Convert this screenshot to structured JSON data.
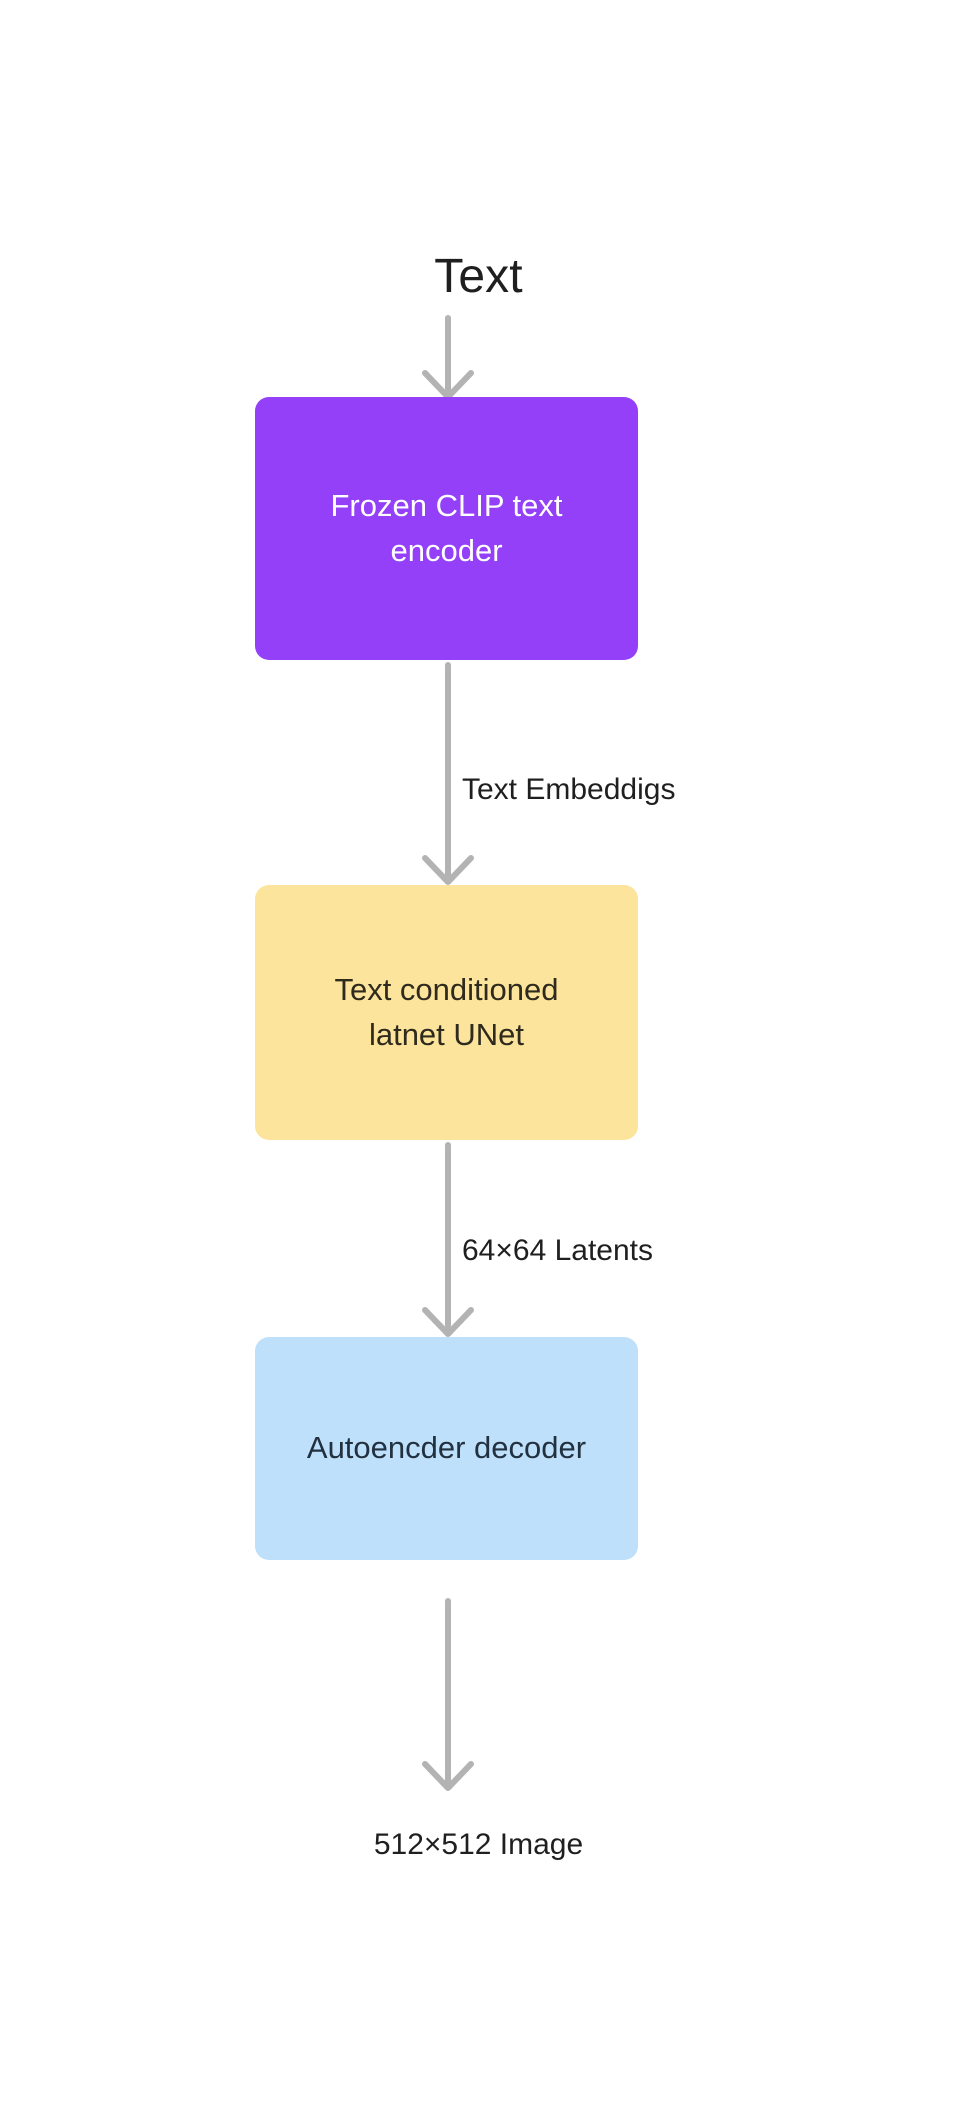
{
  "diagram": {
    "title_label": "Text",
    "output_label": "512×512 Image",
    "nodes": [
      {
        "id": "frozen-clip-text-encoder",
        "label": "Frozen CLIP text encoder",
        "fill": "#9440f8",
        "text_color": "#ffffff"
      },
      {
        "id": "text-conditioned-latnet-unet",
        "label": "Text conditioned latnet UNet",
        "fill": "#fce49c",
        "text_color": "#2e2a1d"
      },
      {
        "id": "autoencder-decoder",
        "label": "Autoencder decoder",
        "fill": "#bfe0fb",
        "text_color": "#22313f"
      }
    ],
    "edges": [
      {
        "id": "text-to-encoder",
        "label": ""
      },
      {
        "id": "encoder-to-unet",
        "label": "Text Embeddigs"
      },
      {
        "id": "unet-to-decoder",
        "label": "64×64 Latents"
      },
      {
        "id": "decoder-to-image",
        "label": ""
      }
    ],
    "arrow_color": "#b3b3b3",
    "background": "#ffffff"
  }
}
